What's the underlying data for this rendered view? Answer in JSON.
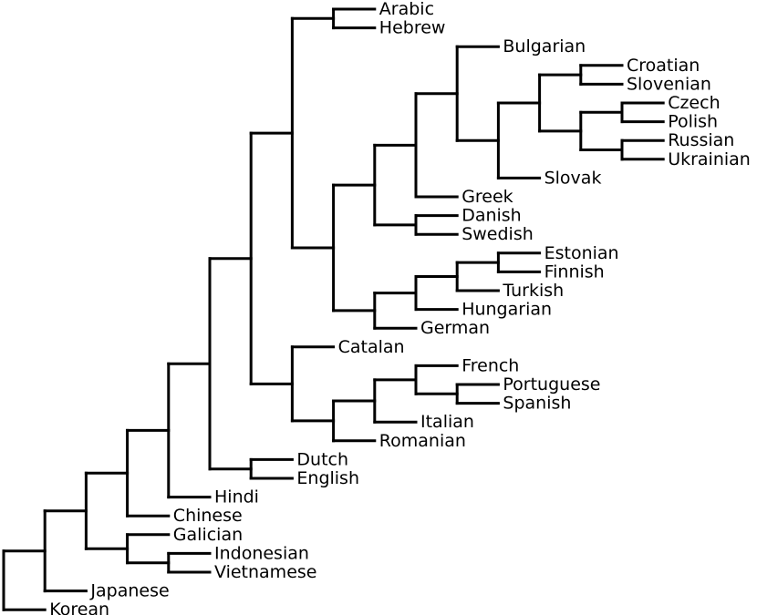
{
  "style": {
    "line_color": "#000000",
    "text_color": "#000000",
    "background": "#ffffff"
  },
  "tree": {
    "children": [
      {
        "children": [
          {
            "children": [
              {
                "children": [
                  {
                    "children": [
                      {
                        "children": [
                          {
                            "children": [
                              {
                                "children": [
                                  {
                                    "children": [
                                      {
                                        "label": "Arabic"
                                      },
                                      {
                                        "label": "Hebrew"
                                      }
                                    ]
                                  },
                                  {
                                    "children": [
                                      {
                                        "children": [
                                          {
                                            "children": [
                                              {
                                                "children": [
                                                  {
                                                    "label": "Bulgarian"
                                                  },
                                                  {
                                                    "children": [
                                                      {
                                                        "children": [
                                                          {
                                                            "children": [
                                                              {
                                                                "label": "Croatian"
                                                              },
                                                              {
                                                                "label": "Slovenian"
                                                              }
                                                            ]
                                                          },
                                                          {
                                                            "children": [
                                                              {
                                                                "children": [
                                                                  {
                                                                    "label": "Czech"
                                                                  },
                                                                  {
                                                                    "label": "Polish"
                                                                  }
                                                                ]
                                                              },
                                                              {
                                                                "children": [
                                                                  {
                                                                    "label": "Russian"
                                                                  },
                                                                  {
                                                                    "label": "Ukrainian"
                                                                  }
                                                                ]
                                                              }
                                                            ]
                                                          }
                                                        ]
                                                      },
                                                      {
                                                        "label": "Slovak"
                                                      }
                                                    ]
                                                  }
                                                ]
                                              },
                                              {
                                                "label": "Greek"
                                              }
                                            ]
                                          },
                                          {
                                            "children": [
                                              {
                                                "label": "Danish"
                                              },
                                              {
                                                "label": "Swedish"
                                              }
                                            ]
                                          }
                                        ]
                                      },
                                      {
                                        "children": [
                                          {
                                            "children": [
                                              {
                                                "children": [
                                                  {
                                                    "children": [
                                                      {
                                                        "label": "Estonian"
                                                      },
                                                      {
                                                        "label": "Finnish"
                                                      }
                                                    ]
                                                  },
                                                  {
                                                    "label": "Turkish"
                                                  }
                                                ]
                                              },
                                              {
                                                "label": "Hungarian"
                                              }
                                            ]
                                          },
                                          {
                                            "label": "German"
                                          }
                                        ]
                                      }
                                    ]
                                  }
                                ]
                              },
                              {
                                "children": [
                                  {
                                    "label": "Catalan"
                                  },
                                  {
                                    "children": [
                                      {
                                        "children": [
                                          {
                                            "children": [
                                              {
                                                "label": "French"
                                              },
                                              {
                                                "children": [
                                                  {
                                                    "label": "Portuguese"
                                                  },
                                                  {
                                                    "label": "Spanish"
                                                  }
                                                ]
                                              }
                                            ]
                                          },
                                          {
                                            "label": "Italian"
                                          }
                                        ]
                                      },
                                      {
                                        "label": "Romanian"
                                      }
                                    ]
                                  }
                                ]
                              }
                            ]
                          },
                          {
                            "children": [
                              {
                                "label": "Dutch"
                              },
                              {
                                "label": "English"
                              }
                            ]
                          }
                        ]
                      },
                      {
                        "label": "Hindi"
                      }
                    ]
                  },
                  {
                    "label": "Chinese"
                  }
                ]
              },
              {
                "children": [
                  {
                    "label": "Galician"
                  },
                  {
                    "children": [
                      {
                        "label": "Indonesian"
                      },
                      {
                        "label": "Vietnamese"
                      }
                    ]
                  }
                ]
              }
            ]
          },
          {
            "label": "Japanese"
          }
        ]
      },
      {
        "label": "Korean"
      }
    ]
  }
}
